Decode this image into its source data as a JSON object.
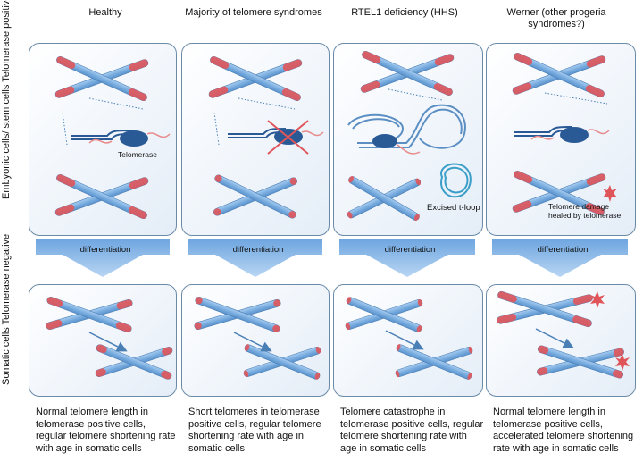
{
  "columns": [
    {
      "title": "Healthy",
      "description": "Normal telomere length in telomerase positive cells, regular telomere shortening rate with age in somatic cells"
    },
    {
      "title": "Majority of telomere syndromes",
      "description": "Short telomeres in telomerase positive cells, regular telomere shortening rate with age in somatic cells"
    },
    {
      "title": "RTEL1 deficiency (HHS)",
      "description": "Telomere catastrophe in telomerase positive cells, regular telomere shortening rate with age in somatic cells"
    },
    {
      "title": "Werner (other progeria syndromes?)",
      "description": "Normal telomere length in telomerase positive cells, accelerated telomere shortening rate with age in somatic cells"
    }
  ],
  "rows": {
    "top": "Embyonic cells/ stem cells Telomerase positive",
    "bottom": "Somatic cells Telomerase negative"
  },
  "arrow_label": "differentiation",
  "annotations": {
    "telomerase": "Telomerase",
    "excised_tloop": "Excised t-loop",
    "telomere_damage": "Telomere damage healed by telomerase"
  },
  "colors": {
    "chromosome": "#7aaee0",
    "chromosome_edge": "#4a7fb5",
    "telomere": "#e0555a",
    "telomerase": "#2a5a96",
    "arrow": "#8ab6e6",
    "tloop": "#3a9ec8"
  }
}
